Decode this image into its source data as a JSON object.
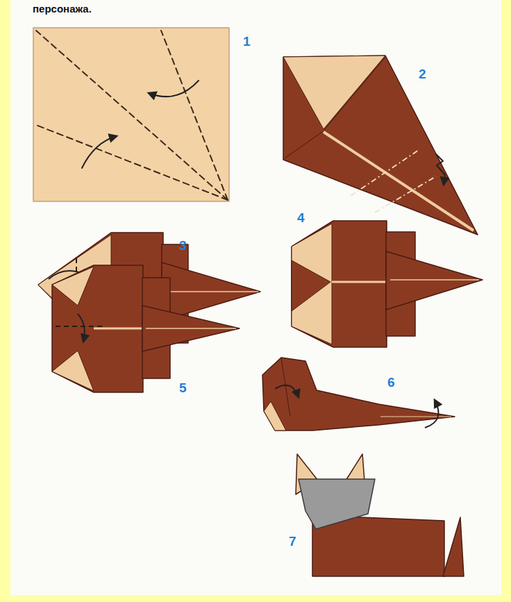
{
  "diagram": {
    "labels": [
      "персонажа.",
      "1",
      "2",
      "3",
      "4",
      "5",
      "6",
      "7"
    ]
  }
}
